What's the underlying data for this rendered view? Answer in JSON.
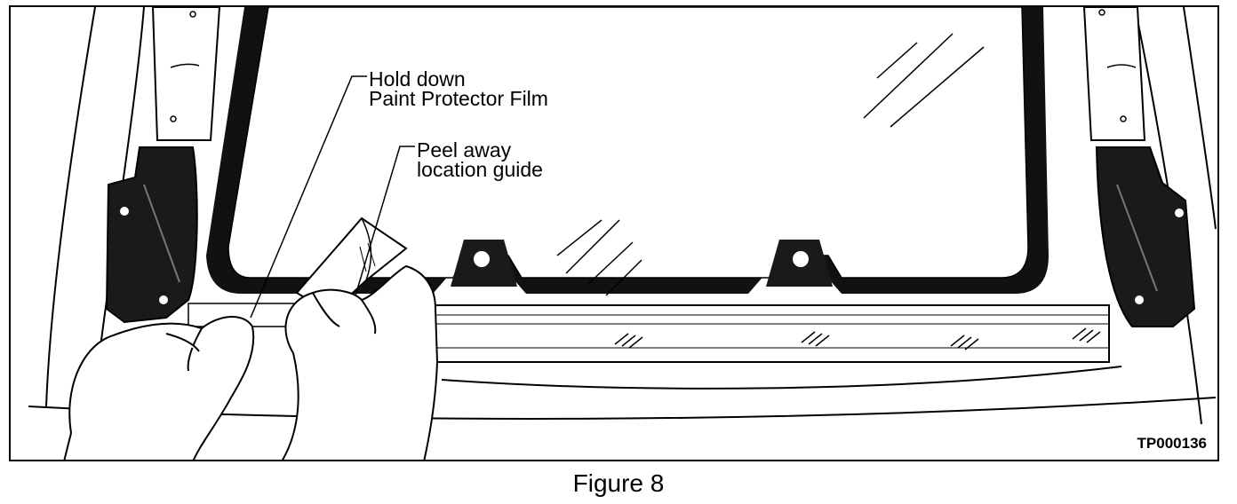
{
  "callouts": {
    "hold_down": [
      "Hold down",
      "Paint Protector Film"
    ],
    "peel_away": [
      "Peel away",
      "location guide"
    ]
  },
  "reference_code": "TP000136",
  "caption": "Figure 8"
}
